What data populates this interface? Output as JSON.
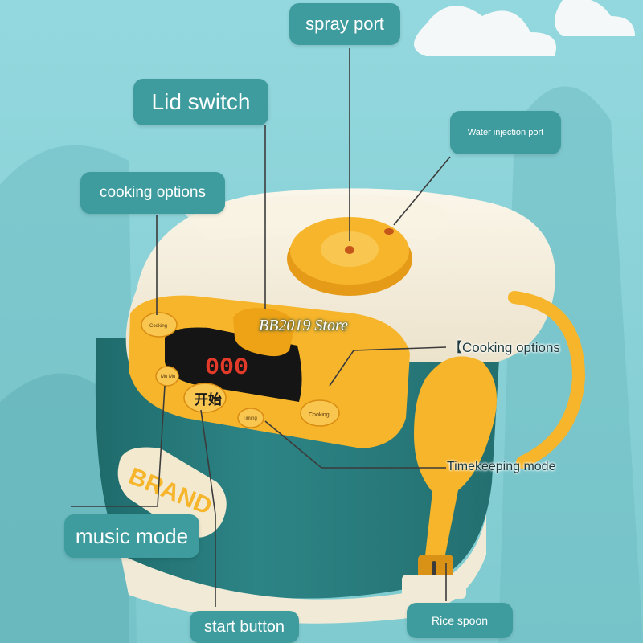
{
  "labels": {
    "spray_port": "spray port",
    "lid_switch": "Lid switch",
    "water_injection_port": "Water injection port",
    "cooking_options": "cooking options",
    "cooking_options_2": "【Cooking options",
    "timekeeping_mode": "Timekeeping mode",
    "music_mode": "music mode",
    "start_button": "start button",
    "rice_spoon": "Rice spoon"
  },
  "watermark": "BB2019 Store",
  "product": {
    "display_text": "000",
    "brand_text": "BRAND",
    "start_button_glyph": "开始",
    "button_small_labels": [
      "Cooking",
      "Mu Mu",
      "Timing",
      "Cooking"
    ]
  },
  "colors": {
    "label_bg": "#3e9c9e",
    "cooker_teal": "#2a7a7a",
    "accent_yellow": "#f6b52b",
    "lid_cream": "#f5eedc"
  }
}
